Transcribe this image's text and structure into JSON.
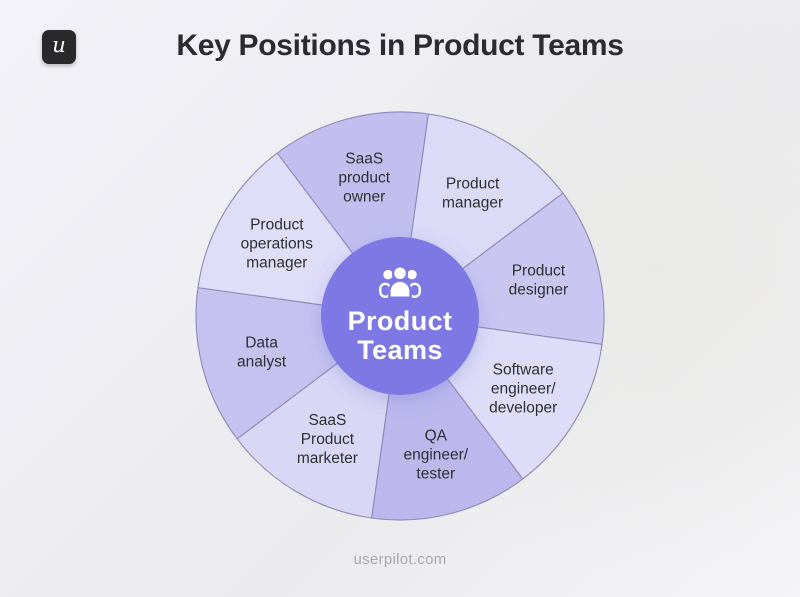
{
  "header": {
    "logo_letter": "u",
    "title": "Key Positions in Product Teams"
  },
  "wheel": {
    "center_label_lines": [
      "Product",
      "Teams"
    ],
    "center_icon": "people-group-icon",
    "center_color": "#7d78e3",
    "center_text_color": "#ffffff",
    "outline_color": "#8d89b9",
    "label_color": "#2f2f33",
    "segments": [
      {
        "label_lines": [
          "SaaS",
          "product",
          "owner"
        ],
        "color": "#c2bff0"
      },
      {
        "label_lines": [
          "Product",
          "manager"
        ],
        "color": "#dcdaf7"
      },
      {
        "label_lines": [
          "Product",
          "designer"
        ],
        "color": "#c9c6f2"
      },
      {
        "label_lines": [
          "Software",
          "engineer/",
          "developer"
        ],
        "color": "#dedcf8"
      },
      {
        "label_lines": [
          "QA",
          "engineer/",
          "tester"
        ],
        "color": "#bcb8ee"
      },
      {
        "label_lines": [
          "SaaS",
          "Product",
          "marketer"
        ],
        "color": "#d9d7f5"
      },
      {
        "label_lines": [
          "Data",
          "analyst"
        ],
        "color": "#c5c2f0"
      },
      {
        "label_lines": [
          "Product",
          "operations",
          "manager"
        ],
        "color": "#dfddf8"
      }
    ]
  },
  "footer": {
    "website": "userpilot.com"
  }
}
